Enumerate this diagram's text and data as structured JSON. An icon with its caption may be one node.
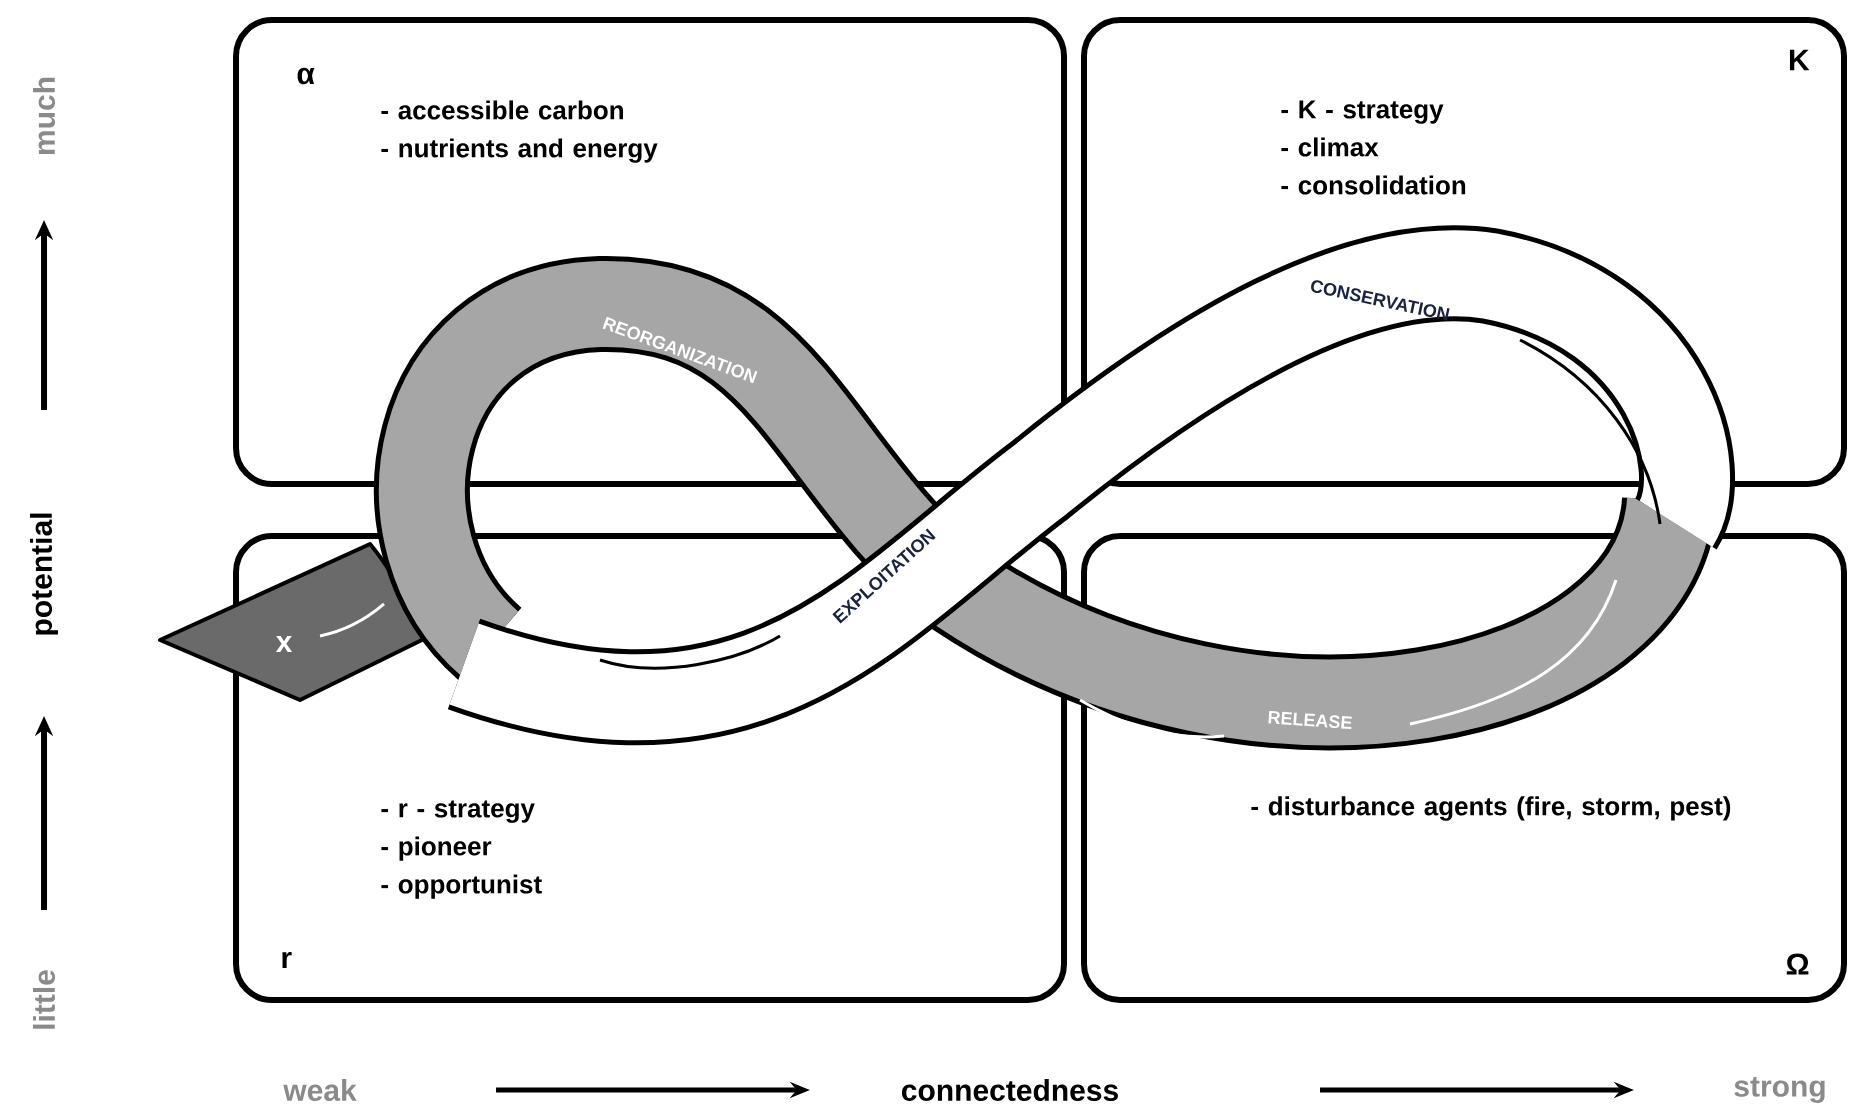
{
  "diagram": {
    "nodes": [
      {
        "text": [
          "α",
          "- accessible carbon",
          "- nutrients and energy"
        ]
      },
      {
        "text": [
          "K",
          "- K - strategy",
          "- climax",
          "- consolidation"
        ]
      },
      {
        "text": [
          "r",
          "- r - strategy",
          "- pioneer",
          "- opportunist"
        ]
      },
      {
        "text": [
          "Ω",
          "- disturbance agents (fire, storm, pest)"
        ]
      }
    ],
    "labels": [
      "much",
      "potential",
      "little",
      "REORGANIZATION",
      "CONSERVATION",
      "EXPLOITATION",
      "x",
      "RELEASE",
      "weak",
      "connectedness",
      "strong"
    ]
  }
}
